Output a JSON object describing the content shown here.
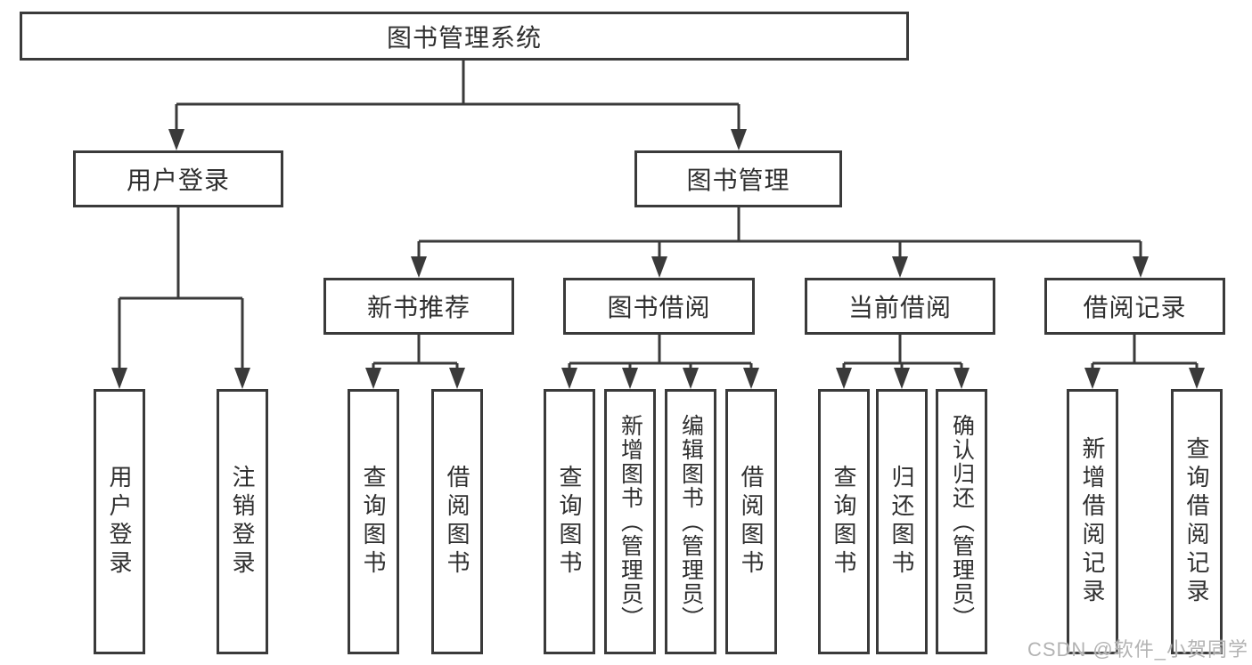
{
  "diagram": {
    "root": "图书管理系统",
    "branches": [
      {
        "label": "用户登录",
        "children": [
          "用户登录",
          "注销登录"
        ]
      },
      {
        "label": "图书管理",
        "groups": [
          {
            "label": "新书推荐",
            "children": [
              "查询图书",
              "借阅图书"
            ]
          },
          {
            "label": "图书借阅",
            "children": [
              "查询图书",
              "新增图书（管理员）",
              "编辑图书（管理员）",
              "借阅图书"
            ]
          },
          {
            "label": "当前借阅",
            "children": [
              "查询图书",
              "归还图书",
              "确认归还（管理员）"
            ]
          },
          {
            "label": "借阅记录",
            "children": [
              "新增借阅记录",
              "查询借阅记录"
            ]
          }
        ]
      }
    ]
  },
  "watermark": "CSDN @软件_小贺同学",
  "colors": {
    "line": "#3a3a3a",
    "text": "#2f2f2f",
    "watermark": "#b3b3b3",
    "background": "#ffffff"
  }
}
